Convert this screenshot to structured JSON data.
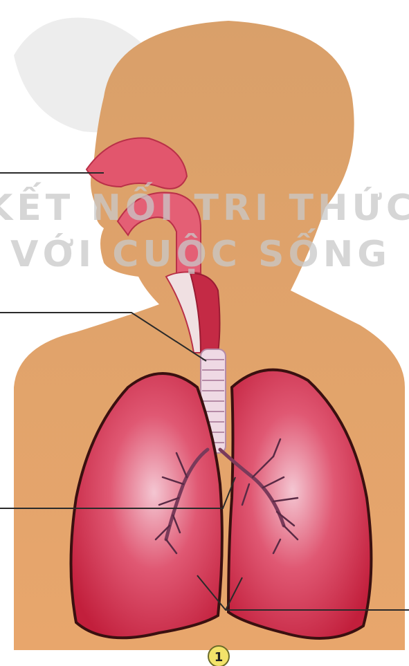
{
  "watermark": {
    "line1": "KẾT NỐI TRI THỨC",
    "line2": "VỚI CUỘC SỐNG"
  },
  "badge": {
    "label": "1"
  },
  "colors": {
    "background": "#ffffff",
    "skin": "#e9a871",
    "skin_dark": "#d08e58",
    "lung": "#d8344f",
    "lung_dark": "#a81f36",
    "lung_light": "#f1b7c6",
    "outline": "#4a1a1a",
    "pointer": "#2a2a2a",
    "badge_fill": "#f3e36a",
    "watermark": "#c9c9c9"
  },
  "icons": [
    "respiratory-system-illustration"
  ]
}
